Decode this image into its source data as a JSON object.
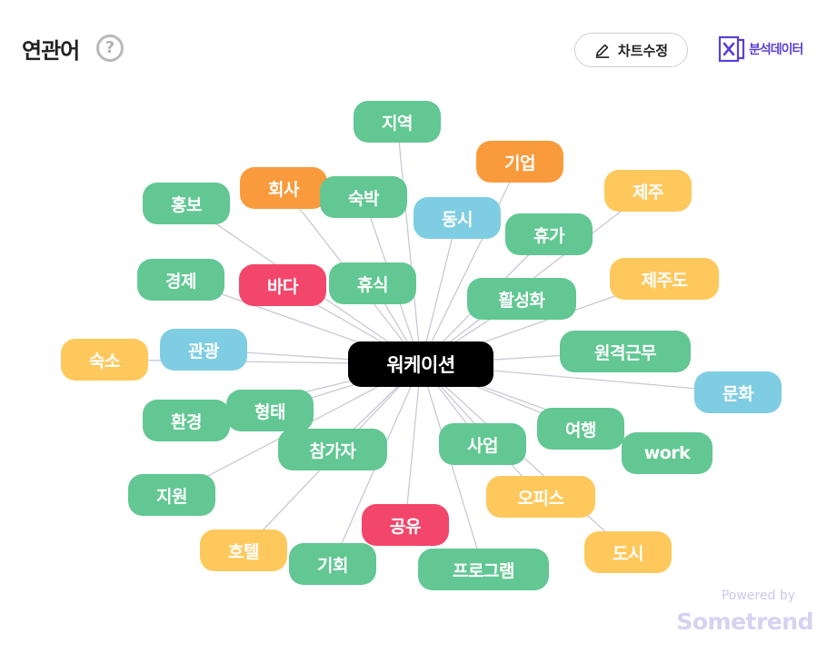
{
  "header": {
    "title": "연관어",
    "help_icon": "question-circle-icon",
    "edit_button_label": "차트수정",
    "data_button_label": "분석데이터"
  },
  "colors": {
    "green": "#62c793",
    "orange": "#f99b3c",
    "yellow": "#fec85c",
    "blue": "#7fcde3",
    "pink": "#f3466b",
    "center": "#000000",
    "edge": "#c9c9d6"
  },
  "graph": {
    "center": "워케이션",
    "nodes": [
      {
        "label": "지역",
        "color": "green"
      },
      {
        "label": "기업",
        "color": "orange"
      },
      {
        "label": "제주",
        "color": "yellow"
      },
      {
        "label": "회사",
        "color": "orange"
      },
      {
        "label": "숙박",
        "color": "green"
      },
      {
        "label": "홍보",
        "color": "green"
      },
      {
        "label": "동시",
        "color": "blue"
      },
      {
        "label": "휴가",
        "color": "green"
      },
      {
        "label": "경제",
        "color": "green"
      },
      {
        "label": "바다",
        "color": "pink"
      },
      {
        "label": "휴식",
        "color": "green"
      },
      {
        "label": "제주도",
        "color": "yellow"
      },
      {
        "label": "활성화",
        "color": "green"
      },
      {
        "label": "관광",
        "color": "blue"
      },
      {
        "label": "숙소",
        "color": "yellow"
      },
      {
        "label": "원격근무",
        "color": "green"
      },
      {
        "label": "문화",
        "color": "blue"
      },
      {
        "label": "형태",
        "color": "green"
      },
      {
        "label": "환경",
        "color": "green"
      },
      {
        "label": "여행",
        "color": "green"
      },
      {
        "label": "사업",
        "color": "green"
      },
      {
        "label": "참가자",
        "color": "green"
      },
      {
        "label": "work",
        "color": "green"
      },
      {
        "label": "지원",
        "color": "green"
      },
      {
        "label": "오피스",
        "color": "yellow"
      },
      {
        "label": "공유",
        "color": "pink"
      },
      {
        "label": "호텔",
        "color": "yellow"
      },
      {
        "label": "기회",
        "color": "green"
      },
      {
        "label": "도시",
        "color": "yellow"
      },
      {
        "label": "프로그램",
        "color": "green"
      }
    ]
  },
  "footer": {
    "powered_by": "Powered by",
    "brand": "Sometrend"
  }
}
